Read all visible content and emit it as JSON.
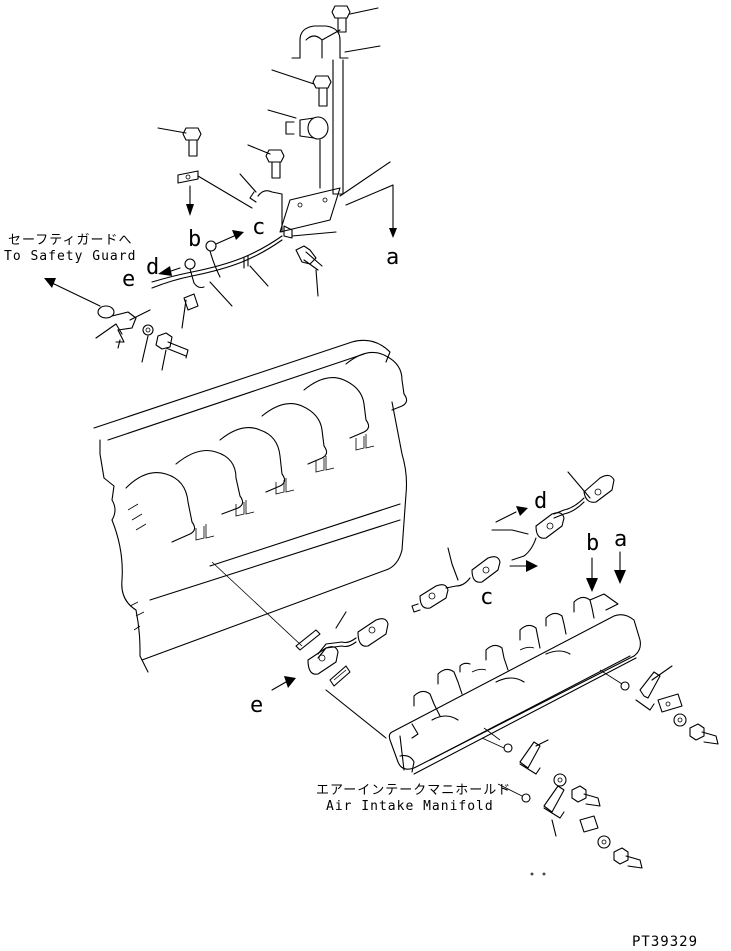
{
  "labels": {
    "safety_guard_jp": "セーフティガードへ",
    "safety_guard_en": "To Safety Guard",
    "manifold_jp": "エアーインテークマニホールド",
    "manifold_en": "Air Intake Manifold",
    "figure_code": "PT39329"
  },
  "callout_letters": {
    "a_top": "a",
    "b_top": "b",
    "c_top": "c",
    "d_top": "d",
    "e_top": "e",
    "d_mid": "d",
    "c_mid": "c",
    "b_right": "b",
    "a_right": "a",
    "e_bottom": "e"
  }
}
